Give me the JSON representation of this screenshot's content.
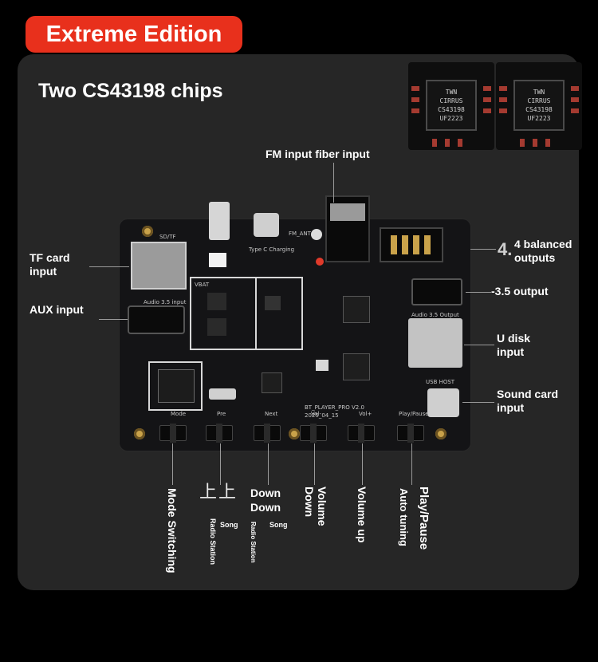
{
  "badge": {
    "label": "Extreme Edition"
  },
  "heading": {
    "title": "Two CS43198 chips"
  },
  "chips": [
    {
      "line1": "TWN",
      "line2": "CIRRUS",
      "line3": "CS43198",
      "line4": "UF2223"
    },
    {
      "line1": "TWN",
      "line2": "CIRRUS",
      "line3": "CS43198",
      "line4": "UF2223"
    }
  ],
  "labels": {
    "fm_input": "FM input fiber input",
    "tf_card_1": "TF card",
    "tf_card_2": "input",
    "aux_input": "AUX input",
    "balanced_num": "4.",
    "balanced_1": "4 balanced",
    "balanced_2": "outputs",
    "output_35": "-3.5 output",
    "udisk_1": "U disk",
    "udisk_2": "input",
    "soundcard_1": "Sound card",
    "soundcard_2": "input"
  },
  "bottom_labels": {
    "mode": "Mode Switching",
    "up_1": "上",
    "up_2": "上",
    "radio_station_up": "Radio Station",
    "song_up": "Song",
    "down_1": "Down",
    "down_2": "Down",
    "radio_station_down_1": "Radio",
    "radio_station_down_2": "Station",
    "song_down": "Song",
    "volume_down_1": "Volume",
    "volume_down_2": "Down",
    "volume_up": "Volume up",
    "auto_tuning": "Auto tuning",
    "play_pause": "Play/Pause"
  },
  "silkscreen": {
    "sd_tf": "SD/TF",
    "audio_in": "Audio 3.5 input",
    "type_c": "Type C Charging",
    "fm_ant": "FM_ANT",
    "audio_out": "Audio 3.5 Output",
    "usb_host": "USB HOST",
    "bt_player": "BT_PLAYER_PRO V2.0",
    "date": "2025_04_15",
    "vbat": "VBAT",
    "btn_mode": "Mode",
    "btn_pre": "Pre",
    "btn_next": "Next",
    "btn_vol_minus": "Vol-",
    "btn_vol_plus": "Vol+",
    "btn_play": "Play/Pause"
  },
  "colors": {
    "badge": "#e8301c",
    "card": "#262626",
    "board": "#141416",
    "gold": "#c9a24a"
  }
}
